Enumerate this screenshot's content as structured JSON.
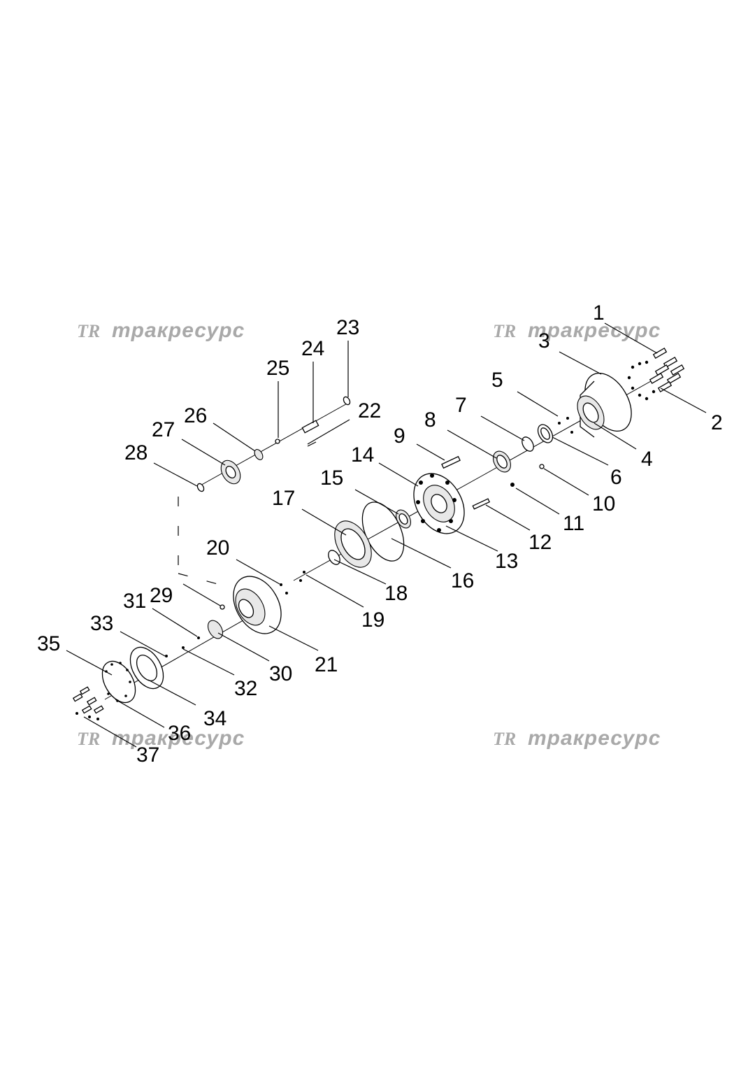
{
  "watermarks": [
    {
      "logo": "TR",
      "text": "тракресурс"
    },
    {
      "logo": "TR",
      "text": "тракресурс"
    },
    {
      "logo": "TR",
      "text": "тракресурс"
    },
    {
      "logo": "TR",
      "text": "тракресурс"
    }
  ],
  "callouts": [
    "1",
    "2",
    "3",
    "4",
    "5",
    "6",
    "7",
    "8",
    "9",
    "10",
    "11",
    "12",
    "13",
    "14",
    "15",
    "16",
    "17",
    "18",
    "19",
    "20",
    "21",
    "22",
    "23",
    "24",
    "25",
    "26",
    "27",
    "28",
    "29",
    "30",
    "31",
    "32",
    "33",
    "34",
    "35",
    "36",
    "37"
  ]
}
